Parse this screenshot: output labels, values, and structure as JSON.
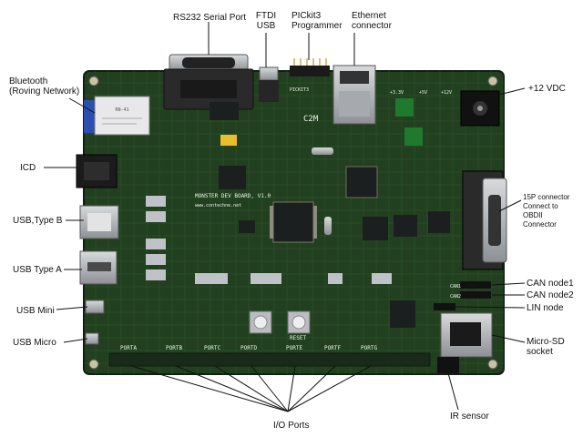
{
  "labels": {
    "rs232": "RS232 Serial Port",
    "ftdi_line1": "FTDI",
    "ftdi_line2": "USB",
    "pickit_line1": "PICkit3",
    "pickit_line2": "Programmer",
    "ethernet_line1": "Ethernet",
    "ethernet_line2": "connector",
    "bluetooth_line1": "Bluetooth",
    "bluetooth_line2": "(Roving Network)",
    "power": "+12 VDC",
    "icd": "ICD",
    "usb_b": "USB,Type B",
    "usb_a": "USB Type A",
    "usb_mini": "USB Mini",
    "usb_micro": "USB Micro",
    "db15_line1": "15P connector",
    "db15_line2": "Connect to",
    "db15_line3": "OBDII",
    "db15_line4": "Connector",
    "can1": "CAN node1",
    "can2": "CAN node2",
    "lin": "LIN node",
    "microsd_line1": "Micro-SD",
    "microsd_line2": "socket",
    "ir": "IR sensor",
    "io": "I/O Ports"
  },
  "silkscreen": {
    "board_name": "MONSTER DEV BOARD, V1.0",
    "website": "www.contechne.net",
    "reset": "RESET",
    "ports": [
      "PORTA",
      "PORTB",
      "PORTC",
      "PORTD",
      "PORTE",
      "PORTF",
      "PORTG"
    ],
    "v33": "+3.3V",
    "v5": "+5V",
    "v12": "+12V",
    "can1": "CAN1",
    "can2": "CAN2",
    "pickit": "PICKIT3",
    "logo": "C2M"
  },
  "colors": {
    "pcb": "#22401f",
    "pcb_dark": "#16301a",
    "copper": "#2f5a2b",
    "silkscreen": "#e9f3e9",
    "metal": "#b9bcc0",
    "chip": "#1b1f1f",
    "background": "#ffffff"
  }
}
